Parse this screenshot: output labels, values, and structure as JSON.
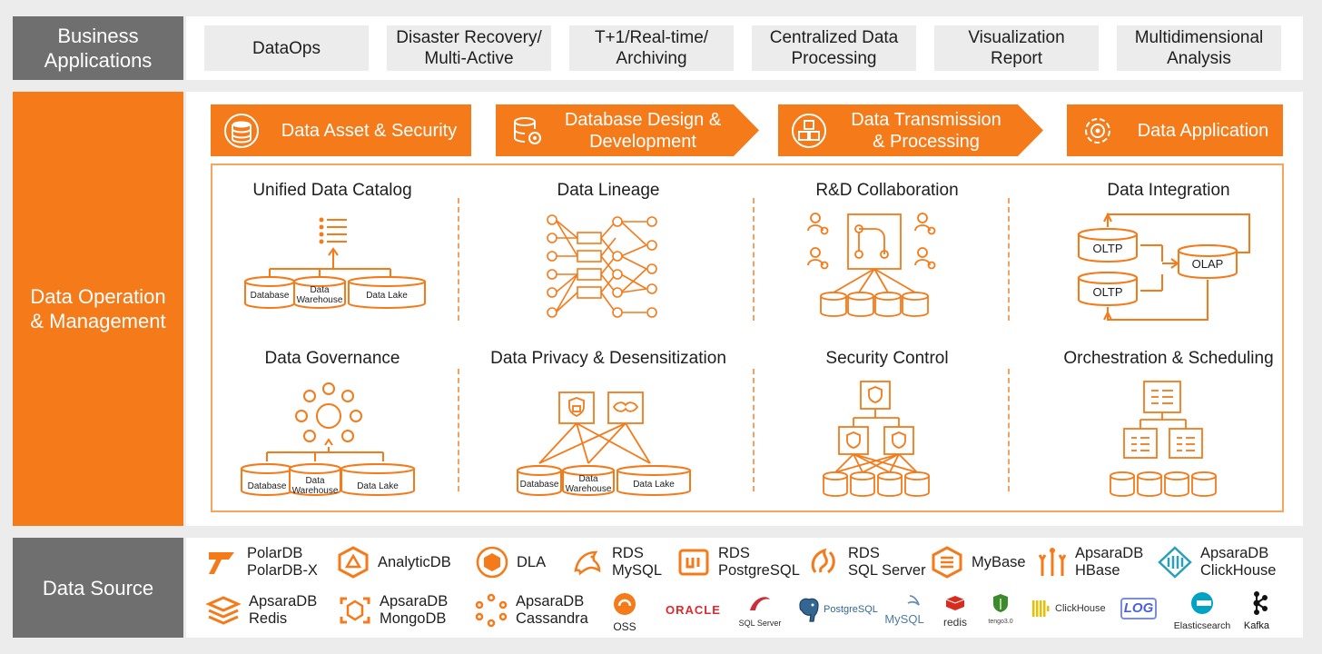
{
  "layers": {
    "business": [
      "Business",
      "Applications"
    ],
    "operation": [
      "Data Operation",
      "& Management"
    ],
    "source": "Data Source"
  },
  "business_apps": [
    [
      "DataOps"
    ],
    [
      "Disaster Recovery/",
      "Multi-Active"
    ],
    [
      "T+1/Real-time/",
      "Archiving"
    ],
    [
      "Centralized Data",
      "Processing"
    ],
    [
      "Visualization",
      "Report"
    ],
    [
      "Multidimensional",
      "Analysis"
    ]
  ],
  "stages": [
    {
      "lines": [
        "Data Asset & Security"
      ],
      "icon": "database-stack-icon"
    },
    {
      "lines": [
        "Database Design &",
        "Development"
      ],
      "icon": "database-gear-icon"
    },
    {
      "lines": [
        "Data Transmission",
        "& Processing"
      ],
      "icon": "cubes-network-icon"
    },
    {
      "lines": [
        "Data Application"
      ],
      "icon": "gear-cycle-icon"
    }
  ],
  "capabilities": [
    "Unified Data Catalog",
    "Data Lineage",
    "R&D Collaboration",
    "Data Integration",
    "Data Governance",
    "Data Privacy & Desensitization",
    "Security Control",
    "Orchestration & Scheduling"
  ],
  "storage_labels": {
    "database": "Database",
    "warehouse": [
      "Data",
      "Warehouse"
    ],
    "lake": "Data Lake"
  },
  "integration_labels": {
    "oltp": "OLTP",
    "olap": "OLAP"
  },
  "sources_row1": [
    {
      "lines": [
        "PolarDB",
        "PolarDB-X"
      ],
      "icon": "polardb-icon"
    },
    {
      "lines": [
        "AnalyticDB"
      ],
      "icon": "analyticdb-icon"
    },
    {
      "lines": [
        "DLA"
      ],
      "icon": "dla-icon"
    },
    {
      "lines": [
        "RDS",
        "MySQL"
      ],
      "icon": "mysql-dolphin-icon"
    },
    {
      "lines": [
        "RDS",
        "PostgreSQL"
      ],
      "icon": "rds-postgresql-icon"
    },
    {
      "lines": [
        "RDS",
        "SQL Server"
      ],
      "icon": "rds-sqlserver-icon"
    },
    {
      "lines": [
        "MyBase"
      ],
      "icon": "mybase-icon"
    },
    {
      "lines": [
        "ApsaraDB",
        "HBase"
      ],
      "icon": "hbase-icon"
    },
    {
      "lines": [
        "ApsaraDB",
        "ClickHouse"
      ],
      "icon": "clickhouse-cloud-icon"
    }
  ],
  "sources_row2": [
    {
      "lines": [
        "ApsaraDB",
        "Redis"
      ],
      "icon": "redis-stack-icon"
    },
    {
      "lines": [
        "ApsaraDB",
        "MongoDB"
      ],
      "icon": "mongodb-icon"
    },
    {
      "lines": [
        "ApsaraDB",
        "Cassandra"
      ],
      "icon": "cassandra-icon"
    },
    {
      "lines": [
        "OSS"
      ],
      "icon": "oss-icon"
    }
  ],
  "third_party_logos": {
    "oracle": "ORACLE",
    "sqlserver": "SQL Server",
    "postgresql": "PostgreSQL",
    "mysql": "MySQL",
    "redis": "redis",
    "tencent": "tengo3.0",
    "clickhouse": "ClickHouse",
    "log": "LOG",
    "elasticsearch": "Elasticsearch",
    "kafka": "Kafka"
  },
  "colors": {
    "accent": "#f47a1a",
    "layer_gray": "#6f6f6f",
    "oracle_red": "#e0282d",
    "sql_blue": "#2a6bb8"
  }
}
